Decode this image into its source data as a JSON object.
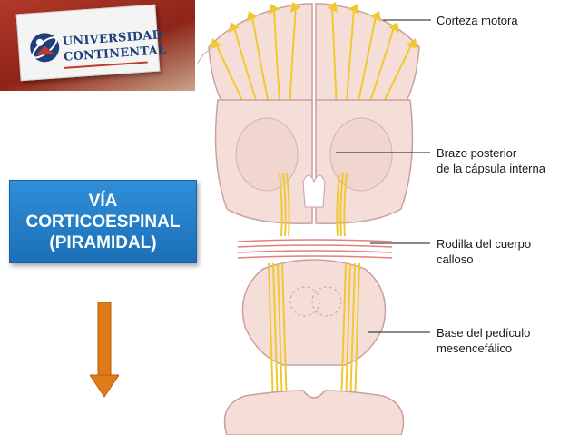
{
  "logo": {
    "line1": "Universidad",
    "line2": "Continental"
  },
  "title": {
    "line1": "VÍA",
    "line2": "CORTICOESPINAL",
    "line3": "(PIRAMIDAL)"
  },
  "labels": {
    "corteza": "Corteza motora",
    "brazo_line1": "Brazo posterior",
    "brazo_line2": "de la cápsula interna",
    "rodilla_line1": "Rodilla del cuerpo",
    "rodilla_line2": "calloso",
    "base_line1": "Base del pedículo",
    "base_line2": "mesencefálico"
  },
  "colors": {
    "title_bg": "#1b6fb8",
    "arrow": "#e07b1a",
    "tract": "#f0c830",
    "tissue": "#f6ded8",
    "outline": "#c9a0a0"
  }
}
